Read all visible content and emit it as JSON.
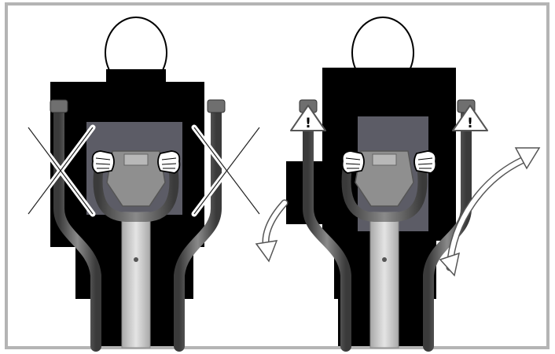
{
  "figure": {
    "frame_color": "#b4b4b4",
    "silhouette_color": "#000000",
    "console_color": "#5c5c66",
    "panels": [
      {
        "id": "incorrect",
        "meaning": "hands-on-static-grips",
        "cross_marks": 2,
        "warning_marks": 0,
        "motion_arrows": 0
      },
      {
        "id": "correct",
        "meaning": "moving-handlebars",
        "cross_marks": 0,
        "warning_marks": 2,
        "motion_arrows": 2
      }
    ],
    "warning": {
      "symbol": "!",
      "icon": "warning-triangle-icon"
    },
    "icons": [
      "cross-mark-icon",
      "warning-triangle-icon",
      "curved-arrow-icon",
      "hand-icon"
    ]
  }
}
